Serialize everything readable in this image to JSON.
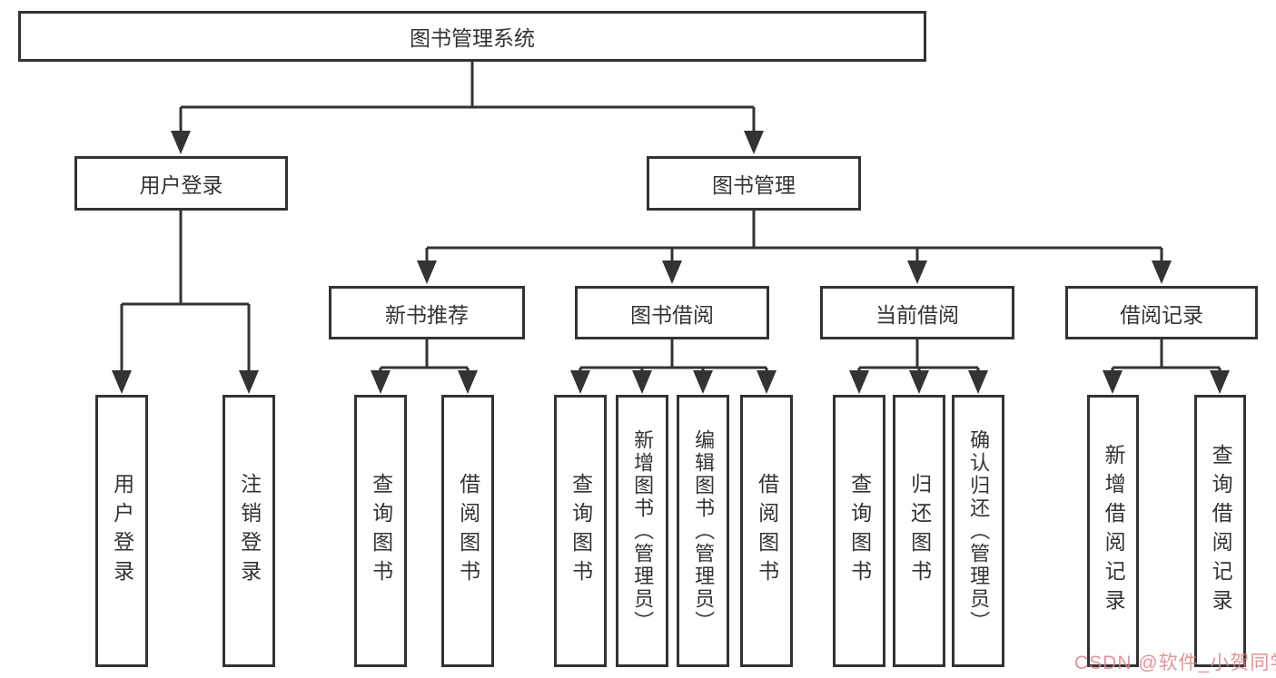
{
  "tree": {
    "root": {
      "label": "图书管理系统"
    },
    "branches": [
      {
        "label": "用户登录",
        "leaves": [
          "用户登录",
          "注销登录"
        ]
      },
      {
        "label": "图书管理",
        "sections": [
          {
            "label": "新书推荐",
            "leaves": [
              "查询图书",
              "借阅图书"
            ]
          },
          {
            "label": "图书借阅",
            "leaves": [
              "查询图书",
              "新增图书（管理员）",
              "编辑图书（管理员）",
              "借阅图书"
            ]
          },
          {
            "label": "当前借阅",
            "leaves": [
              "查询图书",
              "归还图书",
              "确认归还（管理员）"
            ]
          },
          {
            "label": "借阅记录",
            "leaves": [
              "新增借阅记录",
              "查询借阅记录"
            ]
          }
        ]
      }
    ]
  },
  "watermark": {
    "text": "CSDN @软件_小贺同学",
    "color": "#dd8289"
  },
  "colors": {
    "line": "#333333",
    "box_border": "#333333",
    "text": "#333333",
    "background": "#ffffff"
  }
}
